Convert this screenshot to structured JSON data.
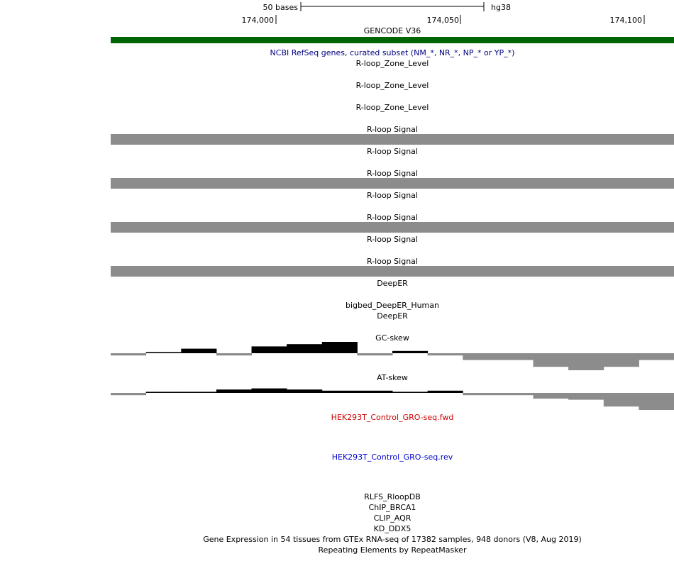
{
  "ruler": {
    "scale_label": "50 bases",
    "assembly": "hg38",
    "ticks": [
      {
        "label": "174,000"
      },
      {
        "label": "174,050"
      },
      {
        "label": "174,100"
      }
    ]
  },
  "tracks": {
    "gencode": "GENCODE V36",
    "refseq": "NCBI RefSeq genes, curated subset (NM_*, NR_*, NP_* or YP_*)",
    "rloop_zone": [
      "R-loop_Zone_Level",
      "R-loop_Zone_Level",
      "R-loop_Zone_Level"
    ],
    "rloop_signal": [
      "R-loop Signal",
      "R-loop Signal",
      "R-loop Signal",
      "R-loop Signal",
      "R-loop Signal",
      "R-loop Signal",
      "R-loop Signal"
    ],
    "deeper_1": "DeepER",
    "deeper_bigbed": "bigbed_DeepER_Human",
    "deeper_2": "DeepER",
    "gc_skew": "GC-skew",
    "at_skew": "AT-skew",
    "gro_fwd": "HEK293T_Control_GRO-seq.fwd",
    "gro_rev": "HEK293T_Control_GRO-seq.rev",
    "rlfs": "RLFS_RloopDB",
    "chip": "ChIP_BRCA1",
    "clip": "CLIP_AQR",
    "kd": "KD_DDX5",
    "gtex": "Gene Expression in 54 tissues from GTEx RNA-seq of 17382 samples, 948 donors (V8, Aug 2019)",
    "rmsk": "Repeating Elements by RepeatMasker"
  },
  "colors": {
    "gencode_bar": "#006400",
    "refseq_label": "#000080",
    "signal_band": "#8c8c8c",
    "skew_positive": "#000000",
    "skew_negative": "#8c8c8c",
    "gro_fwd": "#cc0000",
    "gro_rev": "#0000cc"
  },
  "gc_skew_values": [
    -0.1,
    0.05,
    0.2,
    -0.1,
    0.3,
    0.4,
    0.5,
    -0.1,
    0.1,
    -0.1,
    -0.3,
    -0.3,
    -0.6,
    -0.75,
    -0.6,
    -0.3
  ],
  "at_skew_values": [
    -0.1,
    0.05,
    0.05,
    0.15,
    0.2,
    0.15,
    0.1,
    0.1,
    0.05,
    0.1,
    -0.1,
    -0.1,
    -0.25,
    -0.3,
    -0.6,
    -0.75
  ]
}
